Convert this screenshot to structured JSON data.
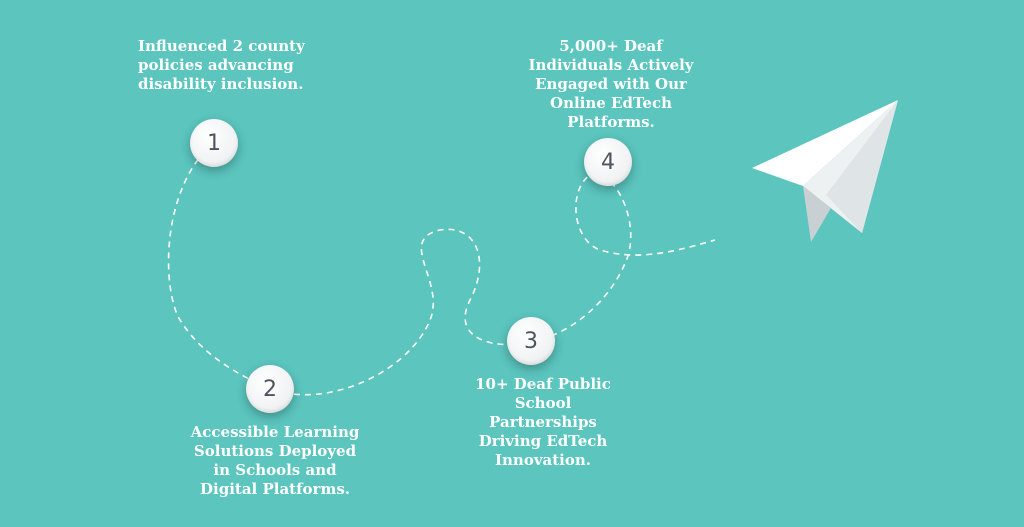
{
  "milestones": [
    {
      "number": "1",
      "lines": [
        "Influenced 2 county",
        "policies advancing",
        "disability inclusion."
      ]
    },
    {
      "number": "2",
      "lines": [
        "Accessible Learning",
        "Solutions Deployed",
        "in Schools and",
        "Digital Platforms."
      ]
    },
    {
      "number": "3",
      "lines": [
        "10+ Deaf Public",
        "School",
        "Partnerships",
        "Driving EdTech",
        "Innovation."
      ]
    },
    {
      "number": "4",
      "lines": [
        "5,000+ Deaf",
        "Individuals Actively",
        "Engaged with Our",
        "Online EdTech",
        "Platforms."
      ]
    }
  ],
  "colors": {
    "background": "#5bc5be",
    "path": "#ffffff",
    "badge": "#f2f4f5",
    "badge_text": "#4d5560",
    "caption_text": "#ffffff"
  },
  "icons": {
    "end": "paper-plane-icon"
  }
}
